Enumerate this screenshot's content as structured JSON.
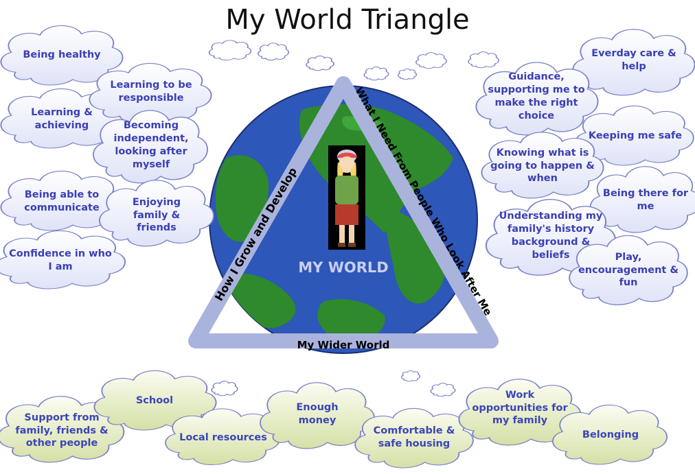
{
  "title": "My World Triangle",
  "center_label": "MY WORLD",
  "triangle": {
    "left_side": "How I Grow and Develop",
    "right_side": "What I Need From People Who Look After Me",
    "bottom_side": "My Wider World"
  },
  "clouds_left": [
    "Being healthy",
    "Learning to be responsible",
    "Learning & achieving",
    "Becoming independent, looking after myself",
    "Being able to communicate",
    "Enjoying family & friends",
    "Confidence in who I am"
  ],
  "clouds_right": [
    "Everday care & help",
    "Guidance, supporting me to make the right choice",
    "Keeping me safe",
    "Knowing what is going to happen & when",
    "Being there for me",
    "Understanding my family's history background & beliefs",
    "Play, encouragement & fun"
  ],
  "clouds_bottom": [
    "Support from family, friends & other people",
    "School",
    "Local resources",
    "Enough money",
    "Comfortable & safe housing",
    "Work opportunities for my family",
    "Belonging"
  ],
  "colors": {
    "cloud_blue_fill": "#eef0fb",
    "cloud_green_fill": "#e6edc9",
    "cloud_stroke": "#7a82c8",
    "ocean": "#2d57b8",
    "land": "#2e8a2c",
    "triangle": "#aab3dc",
    "text_blue": "#3b3fb3"
  }
}
